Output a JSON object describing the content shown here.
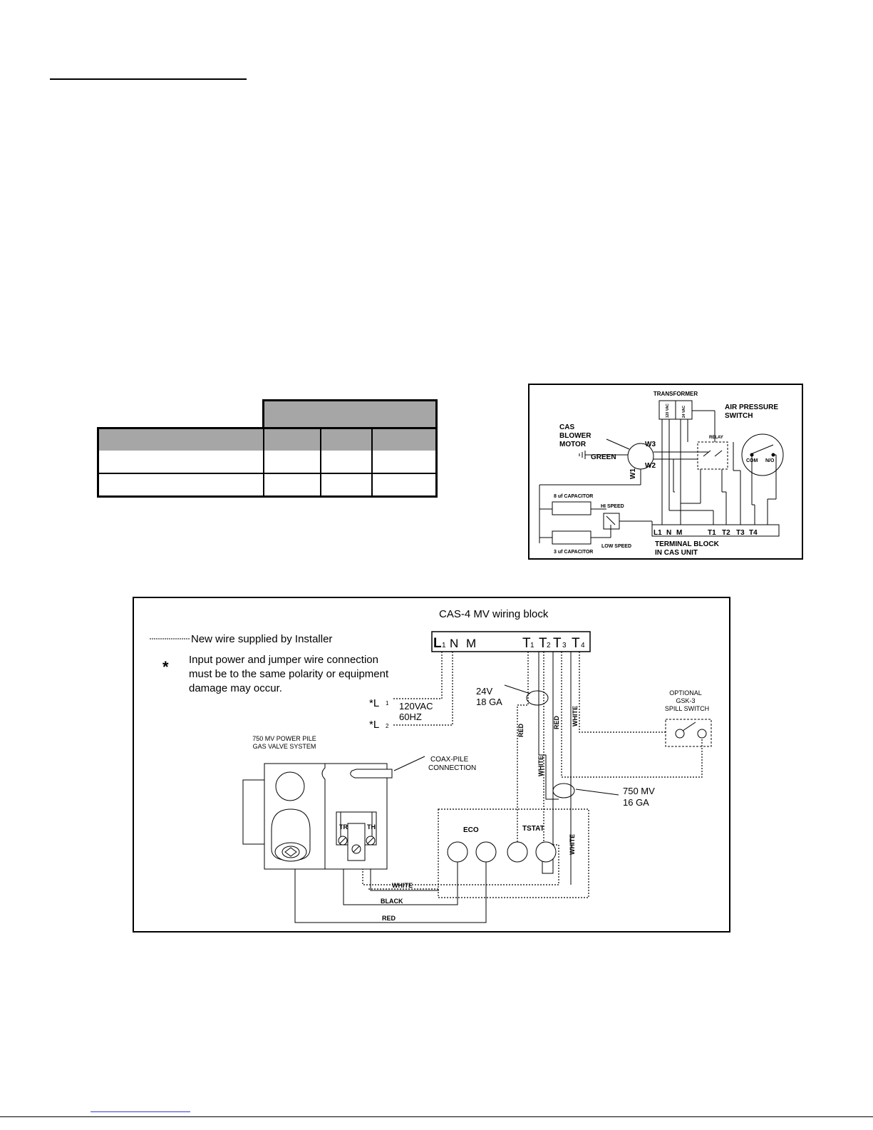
{
  "schematic": {
    "transformer": "TRANSFORMER",
    "v120": "120 VAC",
    "v24": "24 VAC",
    "air_pressure_1": "AIR PRESSURE",
    "air_pressure_2": "SWITCH",
    "relay": "RELAY",
    "com": "COM",
    "no": "N/O",
    "motor_1": "CAS",
    "motor_2": "BLOWER",
    "motor_3": "MOTOR",
    "green": "GREEN",
    "w1": "W1",
    "w2": "W2",
    "w3": "W3",
    "cap8": "8 uf CAPACITOR",
    "cap3": "3 uf CAPACITOR",
    "hi_speed": "HI SPEED",
    "low_speed": "LOW SPEED",
    "terminals": [
      "L1",
      "N",
      "M",
      "T1",
      "T2",
      "T3",
      "T4"
    ],
    "terminal_block_1": "TERMINAL BLOCK",
    "terminal_block_2": "IN CAS UNIT"
  },
  "wiring": {
    "title": "CAS-4 MV wiring block",
    "legend": "New wire supplied by Installer",
    "asterisk": "*",
    "note_1": "Input power and jumper wire connection",
    "note_2": "must be to the same polarity or equipment",
    "note_3": "damage may occur.",
    "block": {
      "L": "L",
      "L_sub": "1",
      "N": "N",
      "M": "M",
      "T": "T",
      "t1_sub": "1",
      "t2_sub": "2",
      "t3_sub": "3",
      "t4_sub": "4"
    },
    "l1": "*L",
    "l1_sub": "1",
    "l2": "*L",
    "l2_sub": "2",
    "vac": "120VAC",
    "hz": "60HZ",
    "v24": "24V",
    "ga18": "18 GA",
    "mv750": "750 MV",
    "ga16": "16 GA",
    "optional_1": "OPTIONAL",
    "optional_2": "GSK-3",
    "optional_3": "SPILL SWITCH",
    "valve_1": "750 MV POWER PILE",
    "valve_2": "GAS VALVE SYSTEM",
    "coax_1": "COAX-PILE",
    "coax_2": "CONNECTION",
    "tr": "TR",
    "th": "TH",
    "eco": "ECO",
    "tstat": "TSTAT",
    "red": "RED",
    "white": "WHITE",
    "black": "BLACK"
  }
}
